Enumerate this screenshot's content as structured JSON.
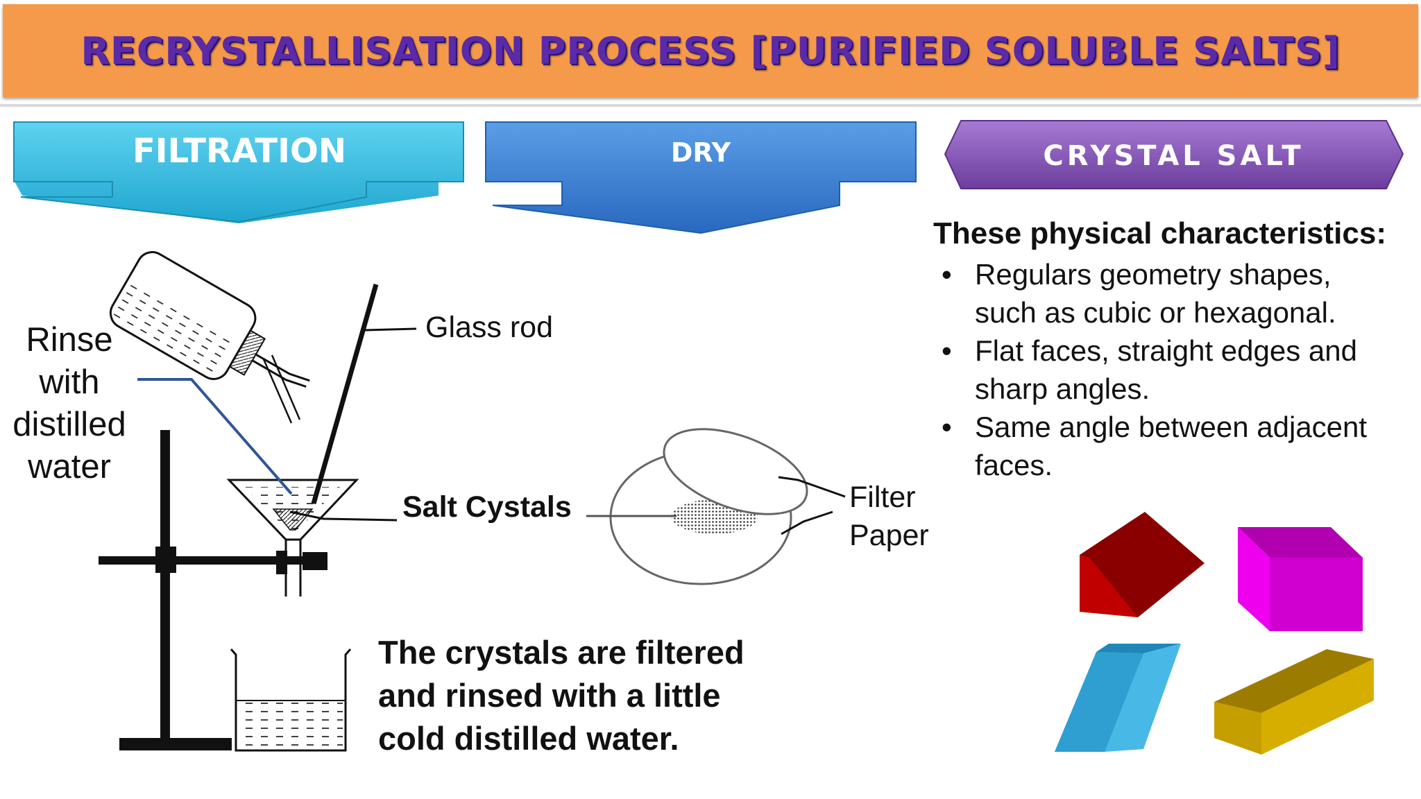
{
  "title": "RECRYSTALLISATION PROCESS [PURIFIED SOLUBLE SALTS]",
  "steps": [
    {
      "label": "FILTRATION",
      "color": "#3bbce0"
    },
    {
      "label": "DRY",
      "color": "#3a82d2"
    },
    {
      "label": "CRYSTAL SALT",
      "color": "#8a56b8"
    }
  ],
  "filtration": {
    "rinse_label": "Rinse with distilled water",
    "glass_rod_label": "Glass rod",
    "salt_crystals_label": "Salt Cystals",
    "caption": [
      "The crystals are filtered",
      "and rinsed with a little",
      "cold distilled water."
    ]
  },
  "dry": {
    "filter_paper_label": [
      "Filter",
      "Paper"
    ]
  },
  "crystal_salt": {
    "heading": "These physical characteristics:",
    "bullets": [
      [
        "Regulars geometry shapes,",
        "such as cubic or hexagonal."
      ],
      [
        "Flat faces, straight edges and",
        "sharp angles."
      ],
      [
        "Same angle between adjacent",
        "faces."
      ]
    ],
    "crystal_colors": [
      "#b00000",
      "#d400d4",
      "#2e9fd0",
      "#d4ac00"
    ]
  }
}
